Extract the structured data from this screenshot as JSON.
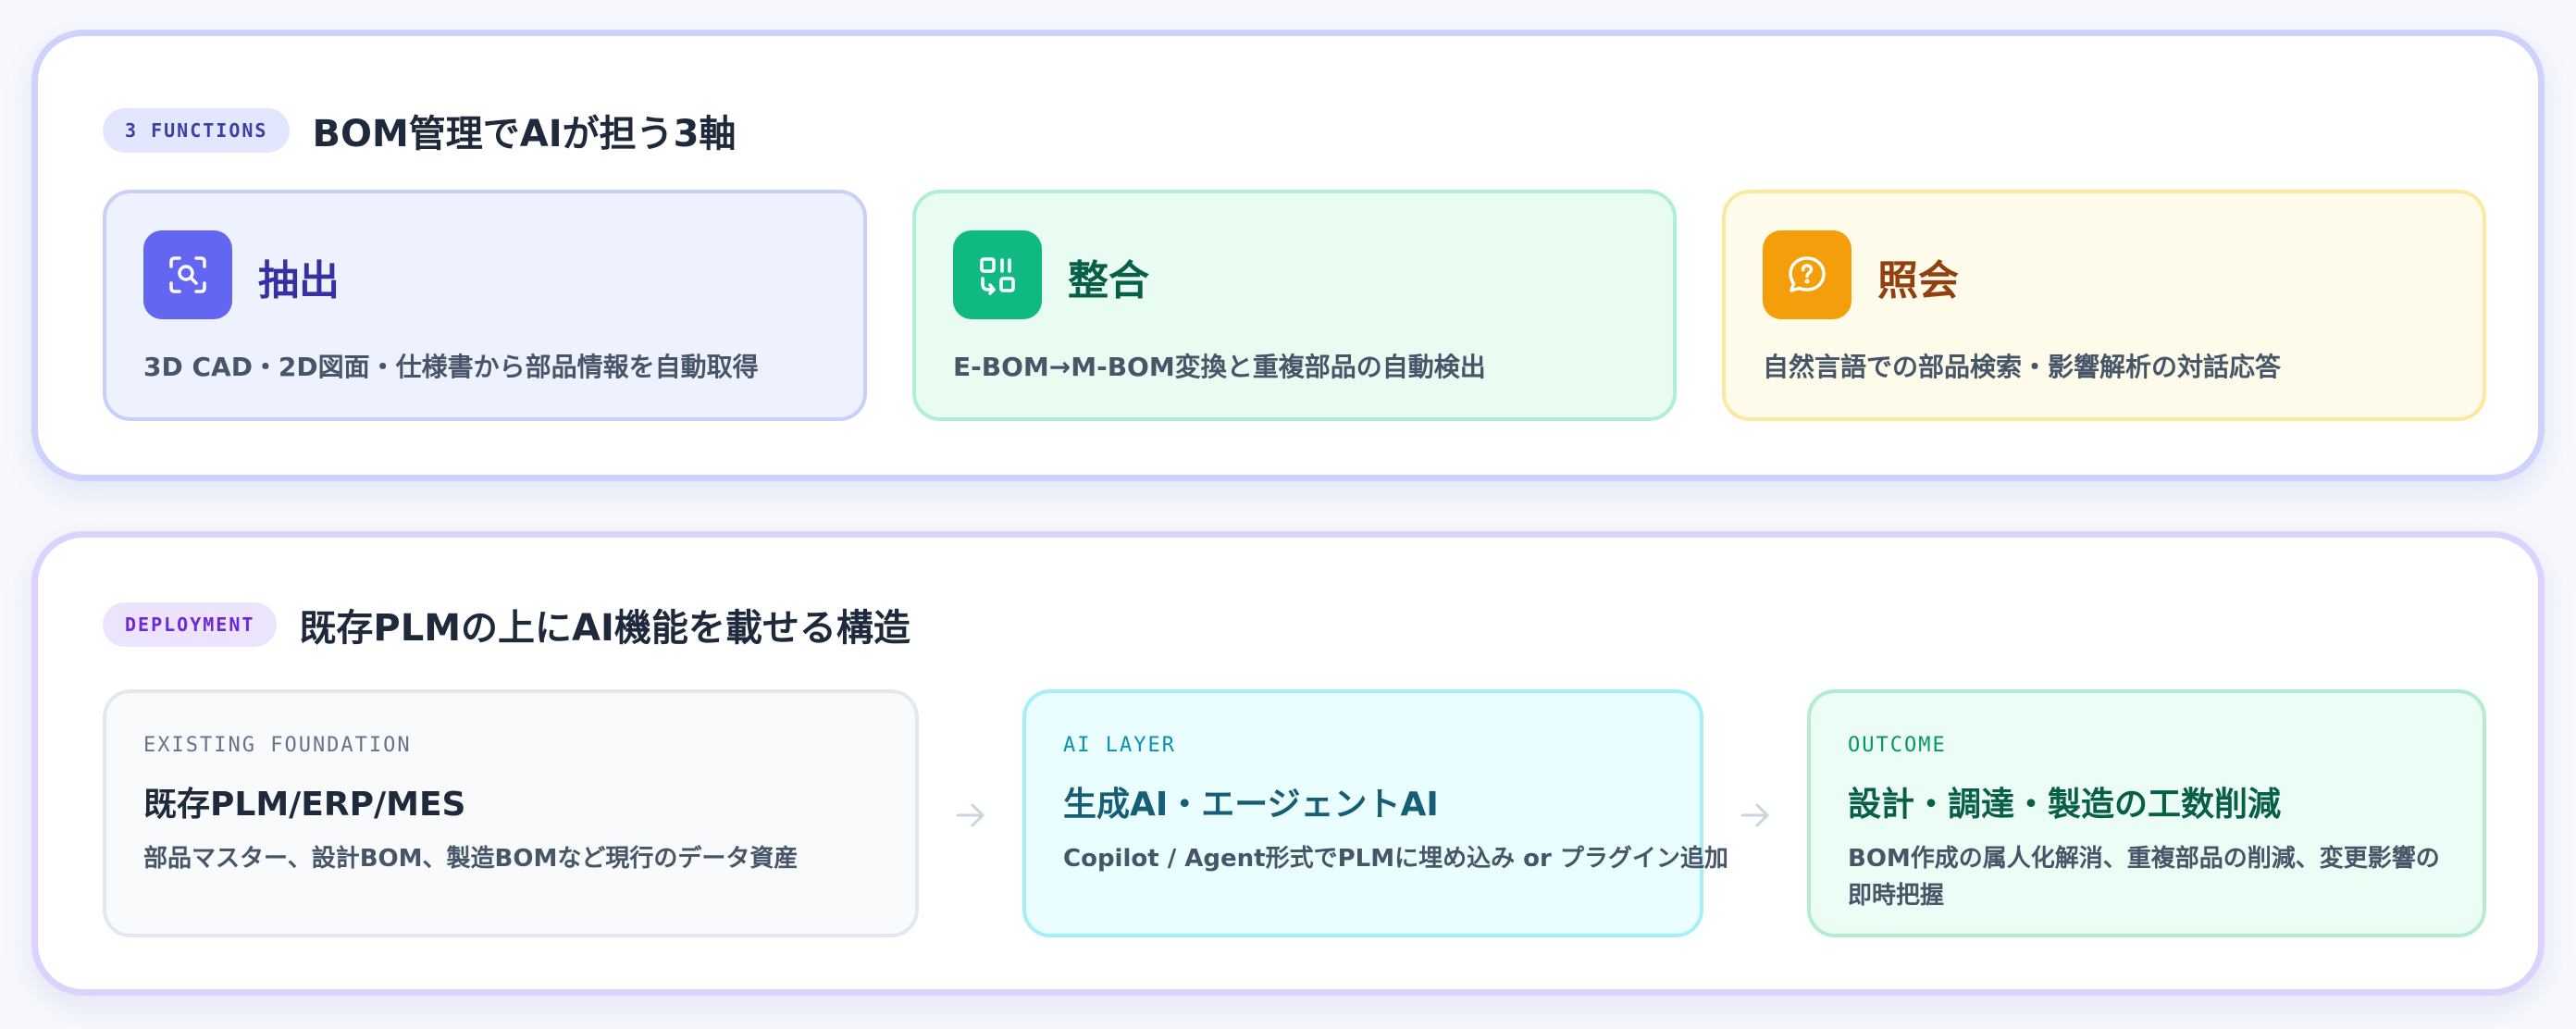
{
  "functions": {
    "pill": "3 FUNCTIONS",
    "heading": "BOM管理でAIが担う3軸",
    "cards": [
      {
        "icon": "scan-search-icon",
        "title": "抽出",
        "description": "3D CAD・2D図面・仕様書から部品情報を自動取得",
        "color": "#6366f1"
      },
      {
        "icon": "qr-scan-icon",
        "title": "整合",
        "description": "E-BOM→M-BOM変換と重複部品の自動検出",
        "color": "#10b981"
      },
      {
        "icon": "help-chat-icon",
        "title": "照会",
        "description": "自然言語での部品検索・影響解析の対話応答",
        "color": "#f59e0b"
      }
    ]
  },
  "deployment": {
    "pill": "DEPLOYMENT",
    "heading": "既存PLMの上にAI機能を載せる構造",
    "cards": [
      {
        "label": "EXISTING FOUNDATION",
        "title": "既存PLM/ERP/MES",
        "description": "部品マスター、設計BOM、製造BOMなど現行のデータ資産"
      },
      {
        "label": "AI LAYER",
        "title": "生成AI・エージェントAI",
        "description": "Copilot / Agent形式でPLMに埋め込み or プラグイン追加"
      },
      {
        "label": "OUTCOME",
        "title": "設計・調達・製造の工数削減",
        "description": "BOM作成の属人化解消、重複部品の削減、変更影響の即時把握"
      }
    ]
  }
}
